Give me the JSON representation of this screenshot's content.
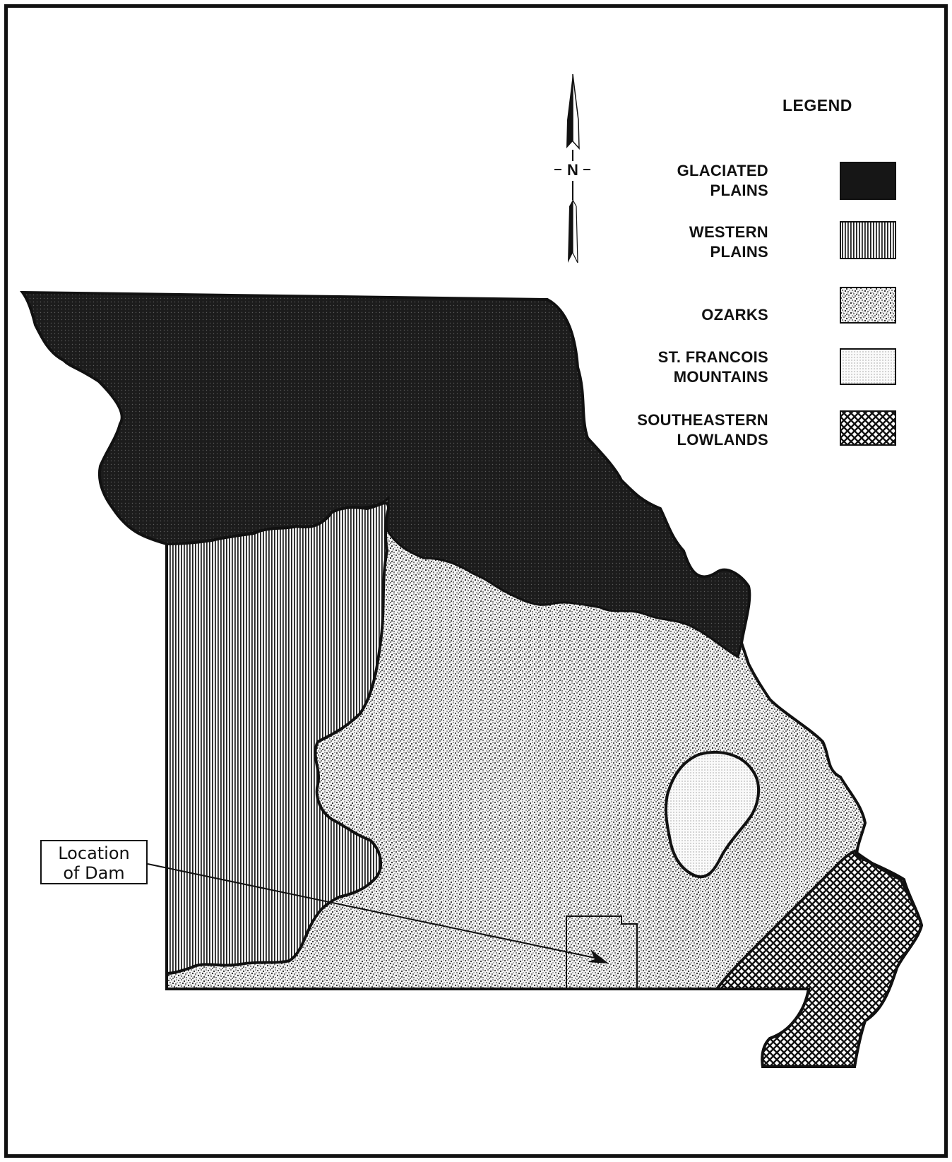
{
  "compass": {
    "label": "N"
  },
  "legend": {
    "title": "LEGEND",
    "items": [
      {
        "line1": "GLACIATED",
        "line2": "PLAINS",
        "pattern": "solid-dark",
        "icon": "glaciated-plains-swatch"
      },
      {
        "line1": "WESTERN",
        "line2": "PLAINS",
        "pattern": "vertical-lines",
        "icon": "western-plains-swatch"
      },
      {
        "line1": "",
        "line2": "OZARKS",
        "pattern": "dense-stipple",
        "icon": "ozarks-swatch"
      },
      {
        "line1": "ST. FRANCOIS",
        "line2": "MOUNTAINS",
        "pattern": "fine-dots",
        "icon": "st-francois-swatch"
      },
      {
        "line1": "SOUTHEASTERN",
        "line2": "LOWLANDS",
        "pattern": "crosshatch",
        "icon": "southeastern-lowlands-swatch"
      }
    ]
  },
  "callout": {
    "line1": "Location",
    "line2": "of Dam"
  },
  "colors": {
    "ink": "#111111",
    "paper": "#ffffff",
    "glaciated": "#1a1a1a"
  }
}
